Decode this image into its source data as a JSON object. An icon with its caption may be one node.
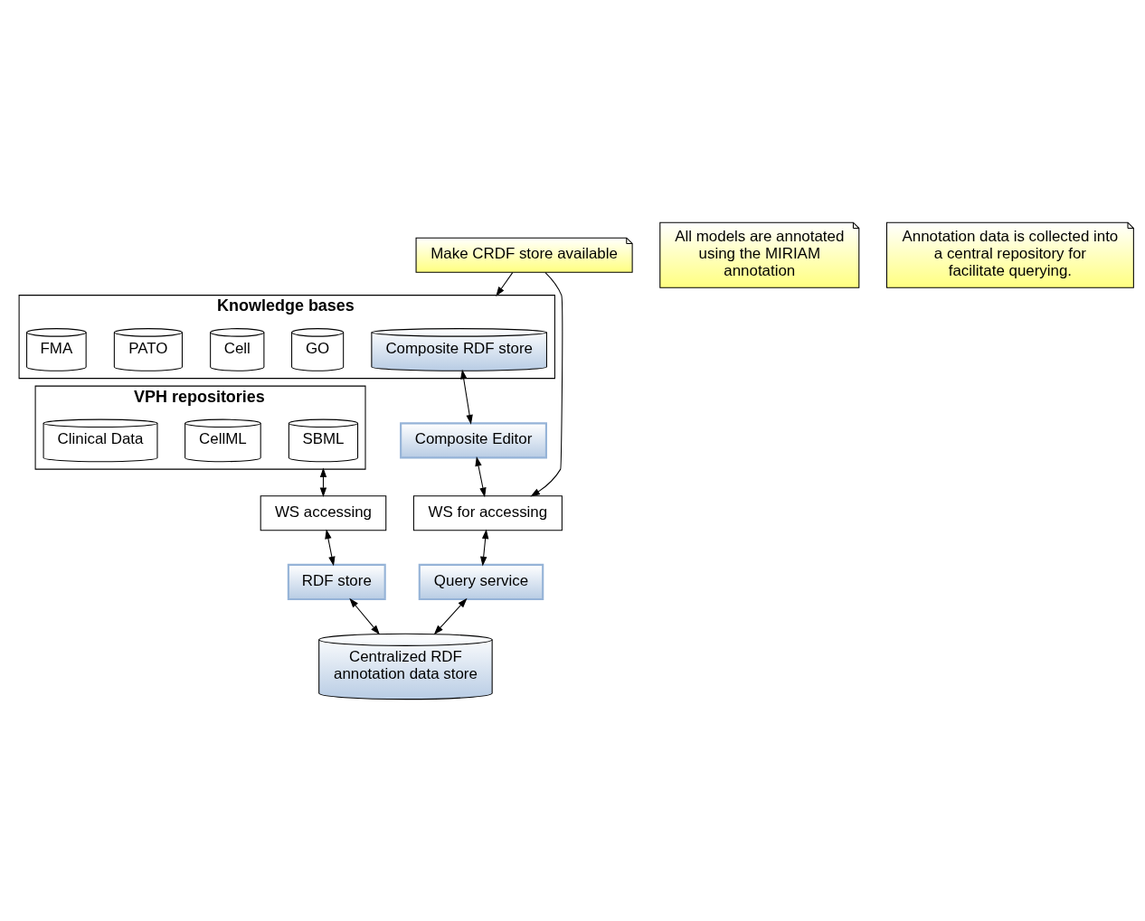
{
  "diagram": {
    "nodes": [
      {
        "text": [
          "Knowledge bases"
        ]
      },
      {
        "text": [
          "Composite RDF store"
        ],
        "in": 0
      },
      {
        "text": [
          "GO"
        ],
        "in": 0
      },
      {
        "text": [
          "Cell"
        ],
        "in": 0
      },
      {
        "text": [
          "PATO"
        ],
        "in": 0
      },
      {
        "text": [
          "FMA"
        ],
        "in": 0
      },
      {
        "text": [
          "VPH repositories"
        ]
      },
      {
        "text": [
          "SBML"
        ],
        "in": 6
      },
      {
        "text": [
          "CellML"
        ],
        "in": 6
      },
      {
        "text": [
          "Clinical Data"
        ],
        "in": 6
      },
      {
        "text": [
          "All models are annotated using the MIRIAM annotation"
        ]
      },
      {
        "text": [
          "Make CRDF store available"
        ]
      },
      {
        "text": [
          "Composite Editor"
        ]
      },
      {
        "text": [
          "WS for accessing"
        ]
      },
      {
        "text": [
          "Query service"
        ]
      },
      {
        "text": [
          "WS accessing"
        ]
      },
      {
        "text": [
          "RDF store"
        ]
      },
      {
        "text": [
          "Centralized RDF annotation data store"
        ]
      },
      {
        "text": [
          "Annotation data is collected into a central repository for facilitate querying."
        ]
      }
    ],
    "edges": [
      {
        "from": 1,
        "to": 12,
        "arrow": "both"
      },
      {
        "from": 11,
        "to": 0,
        "arrow": "to"
      },
      {
        "from": 11,
        "to": 13,
        "arrow": "to"
      },
      {
        "from": 12,
        "to": 13,
        "arrow": "both"
      },
      {
        "from": 13,
        "to": 14,
        "arrow": "both"
      },
      {
        "from": 14,
        "to": 17,
        "arrow": "both"
      },
      {
        "from": 6,
        "to": 15,
        "arrow": "both"
      },
      {
        "from": 15,
        "to": 16,
        "arrow": "both"
      },
      {
        "from": 16,
        "to": 17,
        "arrow": "both"
      }
    ]
  }
}
